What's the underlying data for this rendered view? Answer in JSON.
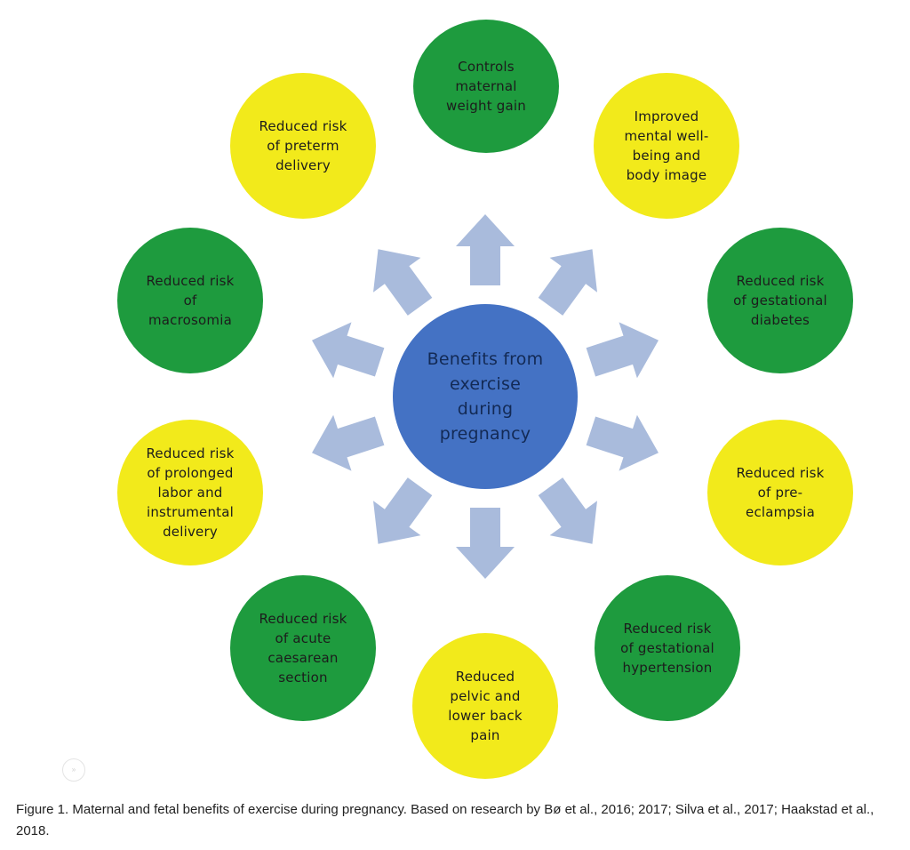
{
  "diagram": {
    "center": {
      "label": "Benefits from\nexercise\nduring\npregnancy"
    },
    "benefits": [
      {
        "id": "weight-gain",
        "label": "Controls\nmaternal\nweight gain",
        "color": "green"
      },
      {
        "id": "mental-wellbeing",
        "label": "Improved\nmental well-\nbeing and\nbody image",
        "color": "yellow"
      },
      {
        "id": "gestational-diabetes",
        "label": "Reduced risk\nof gestational\ndiabetes",
        "color": "green"
      },
      {
        "id": "pre-eclampsia",
        "label": "Reduced risk\nof pre-\neclampsia",
        "color": "yellow"
      },
      {
        "id": "gestational-hypertension",
        "label": "Reduced risk\nof gestational\nhypertension",
        "color": "green"
      },
      {
        "id": "pelvic-back-pain",
        "label": "Reduced\npelvic and\nlower back\npain",
        "color": "yellow"
      },
      {
        "id": "caesarean-section",
        "label": "Reduced risk\nof acute\ncaesarean\nsection",
        "color": "green"
      },
      {
        "id": "prolonged-labor",
        "label": "Reduced risk\nof prolonged\nlabor and\ninstrumental\ndelivery",
        "color": "yellow"
      },
      {
        "id": "macrosomia",
        "label": "Reduced risk\nof\nmacrosomia",
        "color": "green"
      },
      {
        "id": "preterm-delivery",
        "label": "Reduced risk\nof preterm\ndelivery",
        "color": "yellow"
      }
    ],
    "colors": {
      "green": "#1e9b3e",
      "yellow": "#f2ea1b",
      "center": "#4472c4",
      "arrow": "#a9bbdc"
    }
  },
  "caption": "Figure 1. Maternal and fetal benefits of exercise during pregnancy. Based on research by Bø et al., 2016; 2017; Silva et al., 2017; Haakstad et al., 2018."
}
